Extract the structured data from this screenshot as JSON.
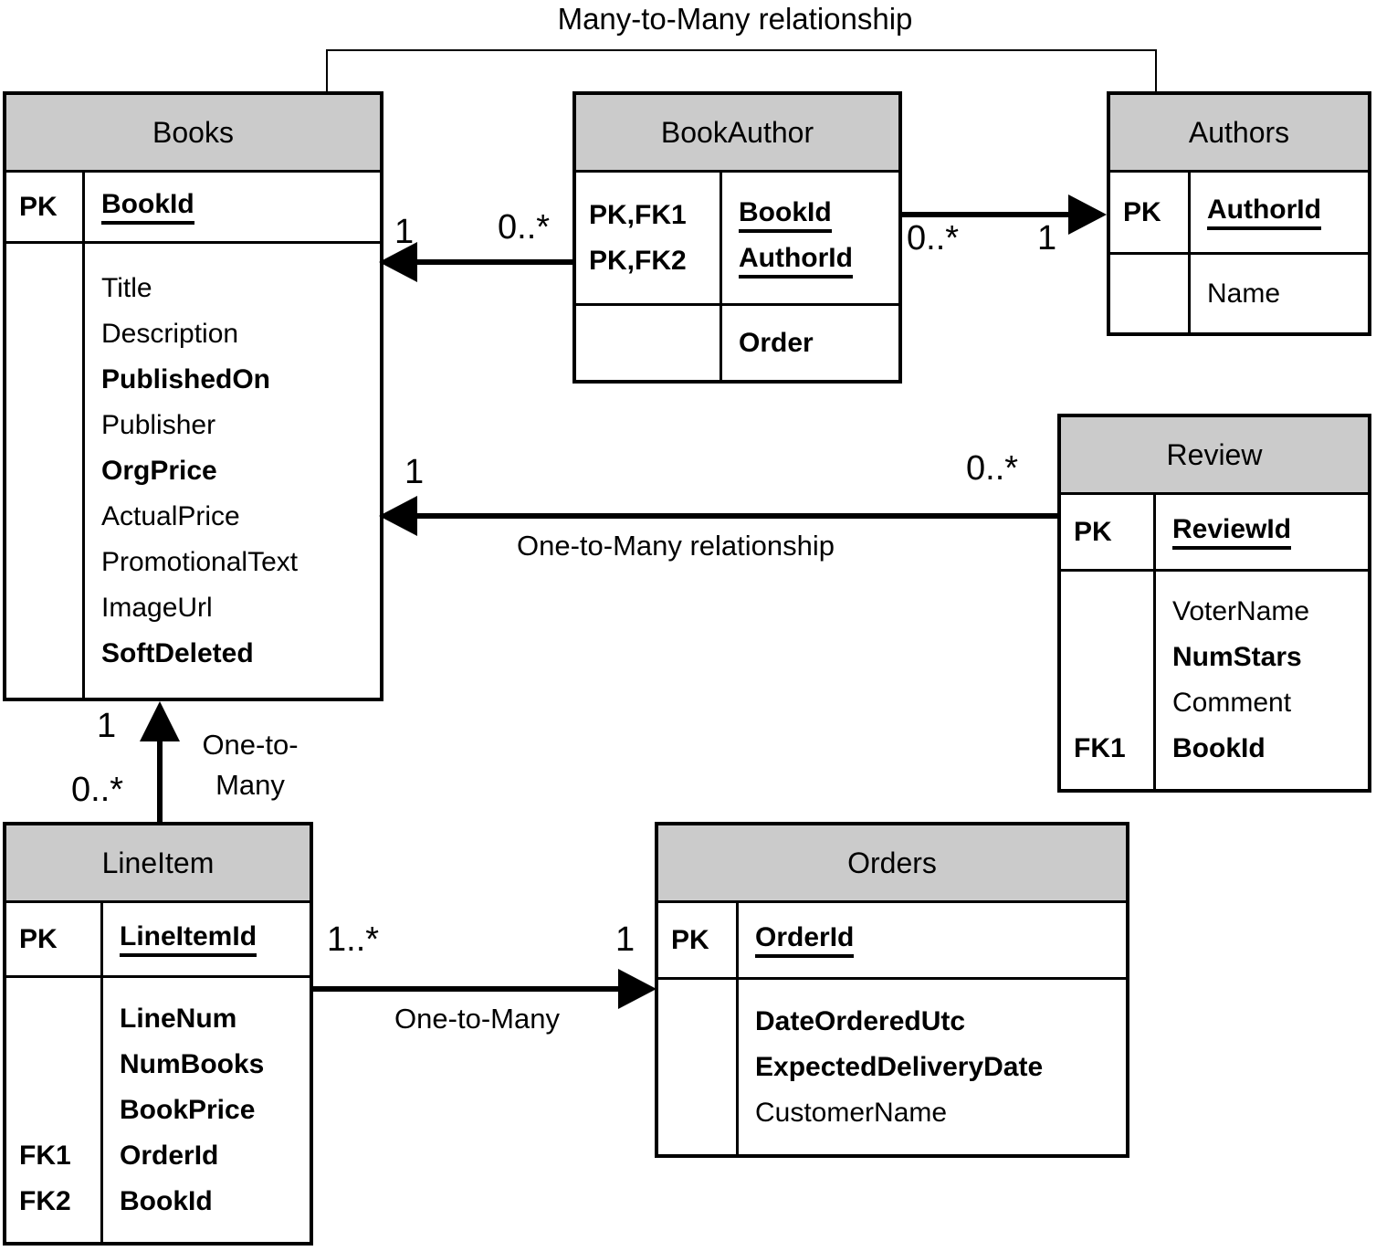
{
  "diagram": {
    "title_top": "Many-to-Many relationship",
    "labels": {
      "one_to_many_rel": "One-to-Many relationship",
      "one_to_many_line1": "One-to-",
      "one_to_many_line2": "Many",
      "one_to_many": "One-to-Many"
    },
    "multiplicities": {
      "books_bookauthor": {
        "books_end": "1",
        "bookauthor_end": "0..*"
      },
      "bookauthor_authors": {
        "bookauthor_end": "0..*",
        "authors_end": "1"
      },
      "review_books": {
        "books_end": "1",
        "review_end": "0..*"
      },
      "lineitem_books": {
        "books_end": "1",
        "lineitem_end": "0..*"
      },
      "lineitem_orders": {
        "lineitem_end": "1..*",
        "orders_end": "1"
      }
    },
    "colors": {
      "header_fill": "#cbcbcb",
      "line": "#000000",
      "background": "#ffffff"
    }
  },
  "tables": {
    "books": {
      "title": "Books",
      "bands": [
        {
          "lines": [
            {
              "key": "PK",
              "text": "BookId",
              "bold": true,
              "underline": true
            }
          ]
        },
        {
          "lines": [
            {
              "text": "Title"
            },
            {
              "text": "Description"
            },
            {
              "text": "PublishedOn",
              "bold": true
            },
            {
              "text": "Publisher"
            },
            {
              "text": "OrgPrice",
              "bold": true
            },
            {
              "text": "ActualPrice"
            },
            {
              "text": "PromotionalText"
            },
            {
              "text": "ImageUrl"
            },
            {
              "text": "SoftDeleted",
              "bold": true
            }
          ]
        }
      ]
    },
    "bookauthor": {
      "title": "BookAuthor",
      "bands": [
        {
          "lines": [
            {
              "key": "PK,FK1",
              "text": "BookId",
              "bold": true,
              "underline": true
            },
            {
              "key": "PK,FK2",
              "text": "AuthorId",
              "bold": true,
              "underline": true
            }
          ]
        },
        {
          "lines": [
            {
              "text": "Order",
              "bold": true
            }
          ]
        }
      ]
    },
    "authors": {
      "title": "Authors",
      "bands": [
        {
          "lines": [
            {
              "key": "PK",
              "text": "AuthorId",
              "bold": true,
              "underline": true
            }
          ]
        },
        {
          "lines": [
            {
              "text": "Name"
            }
          ]
        }
      ]
    },
    "review": {
      "title": "Review",
      "bands": [
        {
          "lines": [
            {
              "key": "PK",
              "text": "ReviewId",
              "bold": true,
              "underline": true
            }
          ]
        },
        {
          "lines": [
            {
              "text": "VoterName"
            },
            {
              "text": "NumStars",
              "bold": true
            },
            {
              "text": "Comment"
            },
            {
              "key": "FK1",
              "text": "BookId",
              "bold": true
            }
          ]
        }
      ]
    },
    "lineitem": {
      "title": "LineItem",
      "bands": [
        {
          "lines": [
            {
              "key": "PK",
              "text": "LineItemId",
              "bold": true,
              "underline": true
            }
          ]
        },
        {
          "lines": [
            {
              "text": "LineNum",
              "bold": true
            },
            {
              "text": "NumBooks",
              "bold": true
            },
            {
              "text": "BookPrice",
              "bold": true
            },
            {
              "key": "FK1",
              "text": "OrderId",
              "bold": true
            },
            {
              "key": "FK2",
              "text": "BookId",
              "bold": true
            }
          ]
        }
      ]
    },
    "orders": {
      "title": "Orders",
      "bands": [
        {
          "lines": [
            {
              "key": "PK",
              "text": "OrderId",
              "bold": true,
              "underline": true
            }
          ]
        },
        {
          "lines": [
            {
              "text": "DateOrderedUtc",
              "bold": true
            },
            {
              "text": "ExpectedDeliveryDate",
              "bold": true
            },
            {
              "text": "CustomerName"
            }
          ]
        }
      ]
    }
  }
}
